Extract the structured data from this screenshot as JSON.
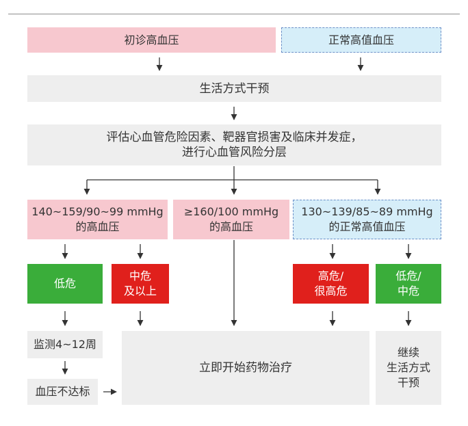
{
  "nodes": {
    "initial_hypertension": {
      "lines": [
        "初诊高血压"
      ]
    },
    "high_normal_bp": {
      "lines": [
        "正常高值血压"
      ]
    },
    "lifestyle_intervention": {
      "lines": [
        "生活方式干预"
      ]
    },
    "assessment": {
      "lines": [
        "评估心血管危险因素、靶器官损害及临床并发症，",
        "进行心血管风险分层"
      ]
    },
    "hypertension_140_159": {
      "lines": [
        "140~159/90~99 mmHg",
        "的高血压"
      ]
    },
    "hypertension_160_100": {
      "lines": [
        "≥160/100 mmHg",
        "的高血压"
      ]
    },
    "high_normal_130_139": {
      "lines": [
        "130~139/85~89 mmHg",
        "的正常高值血压"
      ]
    },
    "low_risk": {
      "lines": [
        "低危"
      ]
    },
    "medium_risk_above": {
      "lines": [
        "中危",
        "及以上"
      ]
    },
    "high_very_high_risk": {
      "lines": [
        "高危/",
        "很高危"
      ]
    },
    "low_medium_risk": {
      "lines": [
        "低危/",
        "中危"
      ]
    },
    "monitor_4_12_weeks": {
      "lines": [
        "监测4~12周"
      ]
    },
    "bp_not_controlled": {
      "lines": [
        "血压不达标"
      ]
    },
    "start_drug_therapy": {
      "lines": [
        "立即开始药物治疗"
      ]
    },
    "continue_lifestyle": {
      "lines": [
        "继续",
        "生活方式",
        "干预"
      ]
    }
  },
  "colors": {
    "pink": "#f7c8cf",
    "blue": "#d6eef9",
    "blue_dash": "#6b8fc8",
    "gray": "#eeeeee",
    "green": "#3aad3a",
    "red": "#e0201c",
    "arrow": "#333333"
  }
}
